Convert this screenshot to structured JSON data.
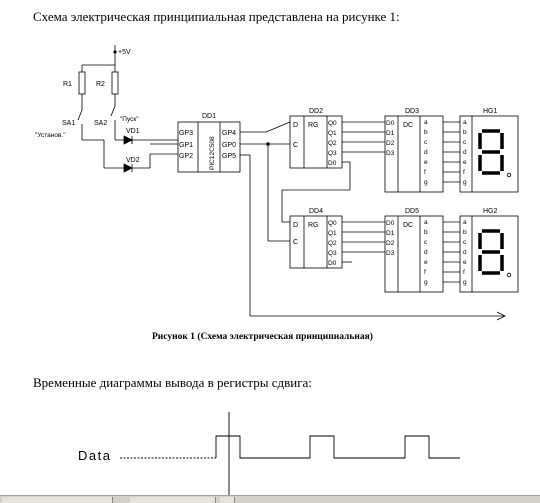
{
  "intro_text": "Схема электрическая принципиальная представлена на рисунке 1:",
  "figure_caption": "Рисунок 1 (Схема электрическая принципиальная)",
  "timing_intro_text": "Временные диаграммы вывода в регистры сдвига:",
  "schematic": {
    "power": "+5V",
    "resistors": [
      "R1",
      "R2"
    ],
    "switches": [
      "SA1",
      "SA2"
    ],
    "switch_labels": [
      "\"Установ.\"",
      "\"Пуск\""
    ],
    "diodes": [
      "VD1",
      "VD2"
    ],
    "mcu": {
      "ref": "DD1",
      "part": "PIC12C508",
      "pins_left": [
        "GP3",
        "GP1",
        "GP2"
      ],
      "pins_right": [
        "GP4",
        "GP0",
        "GP5"
      ]
    },
    "registers": [
      {
        "ref": "DD2",
        "type": "RG",
        "inputs": [
          "D",
          "C"
        ],
        "outputs": [
          "Q0",
          "Q1",
          "Q2",
          "Q3",
          "D0"
        ]
      },
      {
        "ref": "DD4",
        "type": "RG",
        "inputs": [
          "D",
          "C"
        ],
        "outputs": [
          "Q0",
          "Q1",
          "Q2",
          "Q3",
          "D0"
        ]
      }
    ],
    "decoders": [
      {
        "ref": "DD3",
        "type": "DC",
        "inputs": [
          "D0",
          "D1",
          "D2",
          "D3"
        ],
        "outputs": [
          "a",
          "b",
          "c",
          "d",
          "e",
          "f",
          "g"
        ]
      },
      {
        "ref": "DD5",
        "type": "DC",
        "inputs": [
          "D0",
          "D1",
          "D2",
          "D3"
        ],
        "outputs": [
          "a",
          "b",
          "c",
          "d",
          "e",
          "f",
          "g"
        ]
      }
    ],
    "indicators": [
      {
        "ref": "HG1",
        "segments": [
          "a",
          "b",
          "c",
          "d",
          "e",
          "f",
          "g"
        ]
      },
      {
        "ref": "HG2",
        "segments": [
          "a",
          "b",
          "c",
          "d",
          "e",
          "f",
          "g"
        ]
      }
    ]
  },
  "timing_diagram": {
    "signal_label": "Data"
  }
}
